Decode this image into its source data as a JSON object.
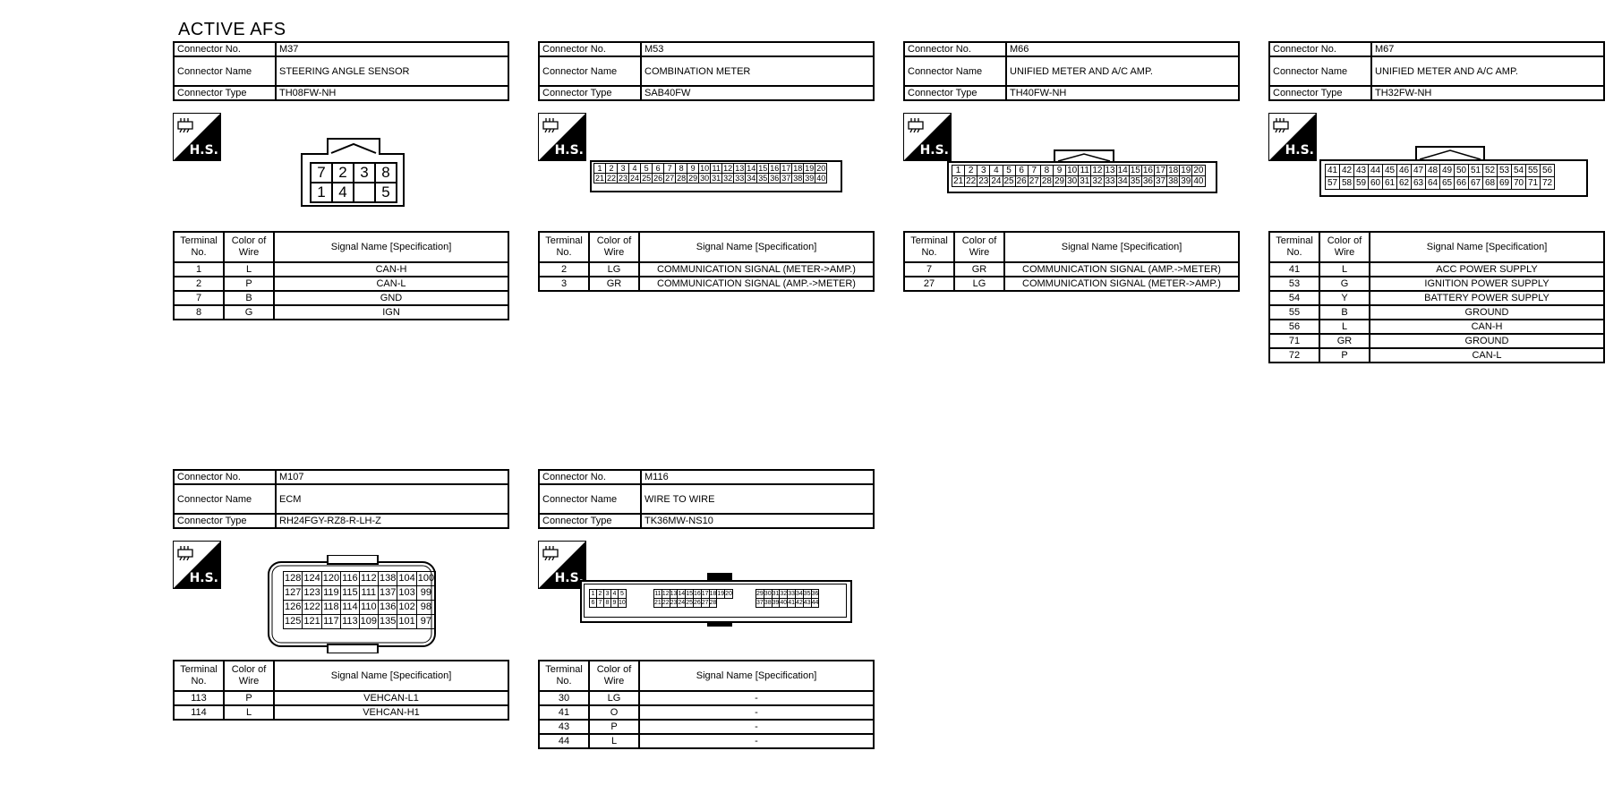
{
  "page_title": "ACTIVE AFS",
  "labels": {
    "conn_no": "Connector No.",
    "conn_name": "Connector Name",
    "conn_type": "Connector Type",
    "terminal": "Terminal No.",
    "color": "Color of Wire",
    "signal": "Signal Name [Specification]",
    "hs": "H.S."
  },
  "connectors": [
    {
      "no": "M37",
      "name": "STEERING ANGLE SENSOR",
      "type": "TH08FW-NH",
      "pins_top": [
        "7",
        "2",
        "3",
        "8"
      ],
      "pins_bottom": [
        "1",
        "4",
        "",
        "5"
      ],
      "rows": [
        {
          "t": "1",
          "c": "L",
          "s": "CAN-H"
        },
        {
          "t": "2",
          "c": "P",
          "s": "CAN-L"
        },
        {
          "t": "7",
          "c": "B",
          "s": "GND"
        },
        {
          "t": "8",
          "c": "G",
          "s": "IGN"
        }
      ]
    },
    {
      "no": "M53",
      "name": "COMBINATION METER",
      "type": "SAB40FW",
      "pins_top": [
        "1",
        "2",
        "3",
        "4",
        "5",
        "6",
        "7",
        "8",
        "9",
        "10",
        "11",
        "12",
        "13",
        "14",
        "15",
        "16",
        "17",
        "18",
        "19",
        "20"
      ],
      "pins_bottom": [
        "21",
        "22",
        "23",
        "24",
        "25",
        "26",
        "27",
        "28",
        "29",
        "30",
        "31",
        "32",
        "33",
        "34",
        "35",
        "36",
        "37",
        "38",
        "39",
        "40"
      ],
      "rows": [
        {
          "t": "2",
          "c": "LG",
          "s": "COMMUNICATION SIGNAL (METER->AMP.)"
        },
        {
          "t": "3",
          "c": "GR",
          "s": "COMMUNICATION SIGNAL (AMP.->METER)"
        }
      ]
    },
    {
      "no": "M66",
      "name": "UNIFIED METER AND A/C AMP.",
      "type": "TH40FW-NH",
      "pins_top": [
        "1",
        "2",
        "3",
        "4",
        "5",
        "6",
        "7",
        "8",
        "9",
        "10",
        "11",
        "12",
        "13",
        "14",
        "15",
        "16",
        "17",
        "18",
        "19",
        "20"
      ],
      "pins_bottom": [
        "21",
        "22",
        "23",
        "24",
        "25",
        "26",
        "27",
        "28",
        "29",
        "30",
        "31",
        "32",
        "33",
        "34",
        "35",
        "36",
        "37",
        "38",
        "39",
        "40"
      ],
      "rows": [
        {
          "t": "7",
          "c": "GR",
          "s": "COMMUNICATION SIGNAL (AMP.->METER)"
        },
        {
          "t": "27",
          "c": "LG",
          "s": "COMMUNICATION SIGNAL (METER->AMP.)"
        }
      ]
    },
    {
      "no": "M67",
      "name": "UNIFIED METER AND A/C AMP.",
      "type": "TH32FW-NH",
      "pins_top": [
        "41",
        "42",
        "43",
        "44",
        "45",
        "46",
        "47",
        "48",
        "49",
        "50",
        "51",
        "52",
        "53",
        "54",
        "55",
        "56"
      ],
      "pins_bottom": [
        "57",
        "58",
        "59",
        "60",
        "61",
        "62",
        "63",
        "64",
        "65",
        "66",
        "67",
        "68",
        "69",
        "70",
        "71",
        "72"
      ],
      "rows": [
        {
          "t": "41",
          "c": "L",
          "s": "ACC POWER SUPPLY"
        },
        {
          "t": "53",
          "c": "G",
          "s": "IGNITION POWER SUPPLY"
        },
        {
          "t": "54",
          "c": "Y",
          "s": "BATTERY POWER SUPPLY"
        },
        {
          "t": "55",
          "c": "B",
          "s": "GROUND"
        },
        {
          "t": "56",
          "c": "L",
          "s": "CAN-H"
        },
        {
          "t": "71",
          "c": "GR",
          "s": "GROUND"
        },
        {
          "t": "72",
          "c": "P",
          "s": "CAN-L"
        }
      ]
    },
    {
      "no": "M107",
      "name": "ECM",
      "type": "RH24FGY-RZ8-R-LH-Z",
      "pin_grid": [
        [
          "128",
          "124",
          "120",
          "116",
          "112",
          "138",
          "104",
          "100"
        ],
        [
          "127",
          "123",
          "119",
          "115",
          "111",
          "137",
          "103",
          "99"
        ],
        [
          "126",
          "122",
          "118",
          "114",
          "110",
          "136",
          "102",
          "98"
        ],
        [
          "125",
          "121",
          "117",
          "113",
          "109",
          "135",
          "101",
          "97"
        ]
      ],
      "rows": [
        {
          "t": "113",
          "c": "P",
          "s": "VEHCAN-L1"
        },
        {
          "t": "114",
          "c": "L",
          "s": "VEHCAN-H1"
        }
      ]
    },
    {
      "no": "M116",
      "name": "WIRE TO WIRE",
      "type": "TK36MW-NS10",
      "pins_a_top": [
        "1",
        "2",
        "3",
        "4",
        "5"
      ],
      "pins_a_bottom": [
        "6",
        "7",
        "8",
        "9",
        "10"
      ],
      "pins_b_top": [
        "11",
        "12",
        "13",
        "14",
        "15",
        "16",
        "17",
        "18",
        "19",
        "20"
      ],
      "pins_b_bottom": [
        "21",
        "22",
        "23",
        "24",
        "25",
        "26",
        "27",
        "28"
      ],
      "pins_c_top": [
        "29",
        "30",
        "31",
        "32",
        "33",
        "34",
        "35",
        "36"
      ],
      "pins_c_bottom": [
        "37",
        "38",
        "39",
        "40",
        "41",
        "42",
        "43",
        "44"
      ],
      "rows": [
        {
          "t": "30",
          "c": "LG",
          "s": "-"
        },
        {
          "t": "41",
          "c": "O",
          "s": "-"
        },
        {
          "t": "43",
          "c": "P",
          "s": "-"
        },
        {
          "t": "44",
          "c": "L",
          "s": "-"
        }
      ]
    }
  ]
}
